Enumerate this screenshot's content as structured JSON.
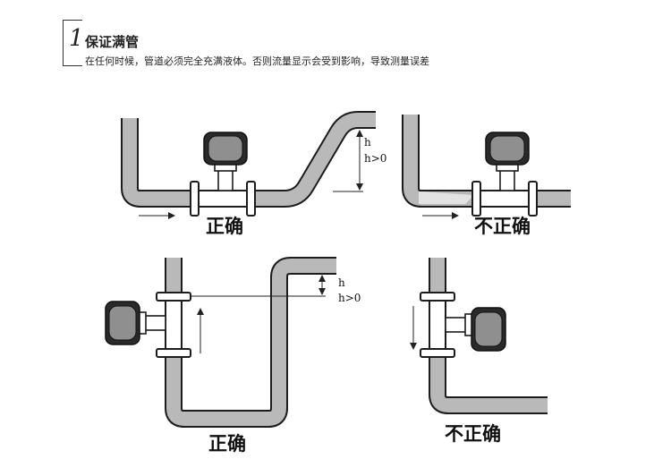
{
  "header": {
    "step_number": "1",
    "title": "保证满管",
    "subtitle": "在任何时候，管道必须完全充满液体。否则流量显示会受到影响，导致测量误差"
  },
  "diagrams": [
    {
      "id": "top-left",
      "label": "正确",
      "height_label": "h",
      "condition_label": "h>0"
    },
    {
      "id": "top-right",
      "label": "不正确"
    },
    {
      "id": "bottom-left",
      "label": "正确",
      "height_label": "h",
      "condition_label": "h>0"
    },
    {
      "id": "bottom-right",
      "label": "不正确"
    }
  ]
}
